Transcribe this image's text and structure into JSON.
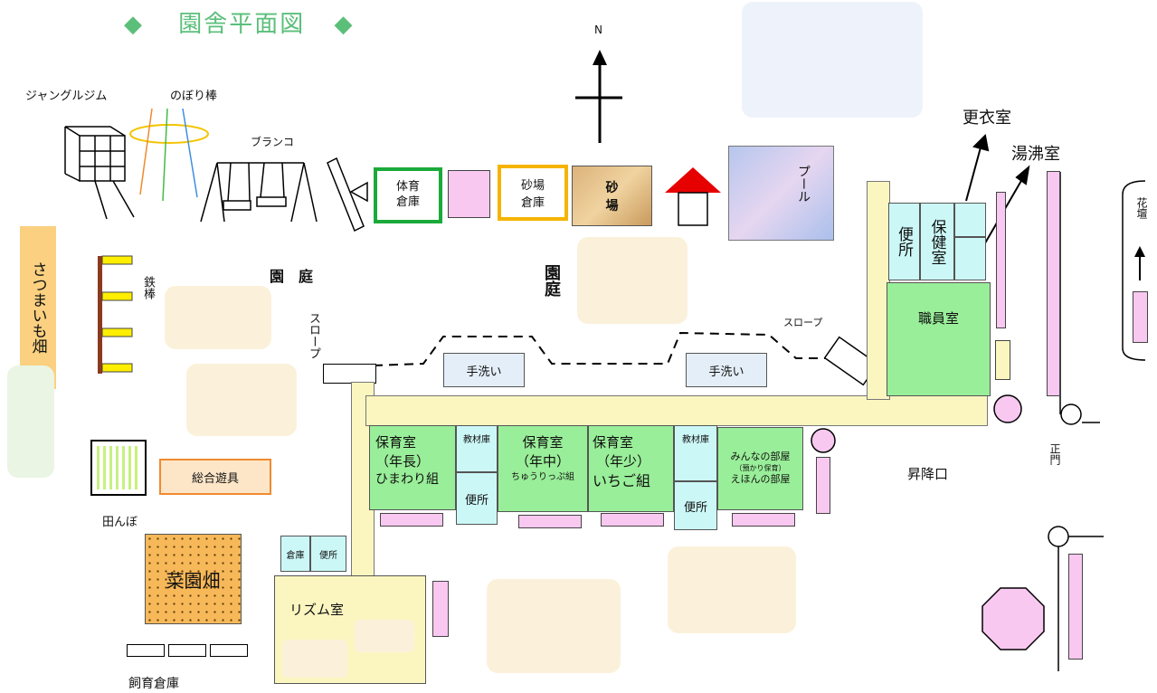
{
  "title": "園舎平面図",
  "title_symbol": "◆",
  "compass_north": "N",
  "outdoor": {
    "jungle_gym": "ジャングルジム",
    "climbing_pole": "のぼり棒",
    "swing": "ブランコ",
    "horizontal_bar": "鉄棒",
    "sweet_potato_field": "さつまいも畑",
    "general_play": "総合遊具",
    "rice_paddy": "田んぼ",
    "vegetable_garden": "菜園畑",
    "breeding_shed": "飼育倉庫",
    "garden_left": "園　庭",
    "garden_center": "園庭",
    "slope_left": "スロープ",
    "slope_right": "スロープ",
    "pool": "プール",
    "flowerbed": "花壇",
    "main_gate": "正門",
    "entrance": "昇降口"
  },
  "sheds": {
    "sports_shed": "体育倉庫",
    "sandbox_shed": "砂場倉庫",
    "sandbox": "砂場"
  },
  "rooms": {
    "wash_1": "手洗い",
    "wash_2": "手洗い",
    "nursery_sr_1": "保育室",
    "nursery_sr_2": "（年長）",
    "nursery_sr_3": "ひまわり組",
    "material_1": "教材庫",
    "toilet_1": "便所",
    "nursery_mid_1": "保育室",
    "nursery_mid_2": "（年中）",
    "nursery_mid_3": "ちゅうりっぷ組",
    "nursery_jr_1": "保育室",
    "nursery_jr_2": "（年少）",
    "nursery_jr_3": "いちご組",
    "material_2": "教材庫",
    "toilet_2": "便所",
    "everyone_1": "みんなの部屋",
    "everyone_2": "（預かり保育）",
    "everyone_3": "えほんの部屋",
    "storage": "倉庫",
    "toilet_3": "便所",
    "rhythm": "リズム室",
    "toilet_4": "便所",
    "health": "保健室",
    "staff": "職員室",
    "changing": "更衣室",
    "boiler": "湯沸室"
  },
  "colors": {
    "title": "#5bbf7a",
    "sports_shed_border": "#1aaa3a",
    "sandbox_shed_border": "#f5b400",
    "potato_field": "#fbd080",
    "general_play_border": "#f08a30",
    "vegetable_garden": "#f7b85a",
    "room_green": "#99ee99",
    "room_cyan": "#ccf7f7",
    "pink": "#f8c8f0",
    "hallway": "#fbf6c0",
    "roof_red": "#e60000"
  }
}
